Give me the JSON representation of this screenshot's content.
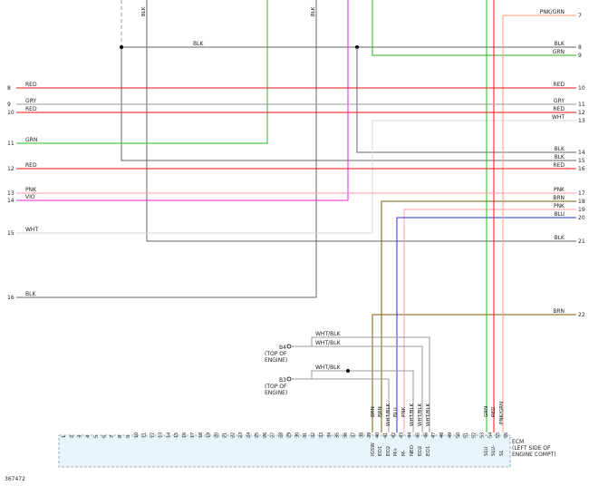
{
  "figure_id": "367472",
  "left_numbers": [
    "8",
    "9",
    "10",
    "11",
    "12",
    "13",
    "14",
    "15",
    "16"
  ],
  "left_labels": {
    "red8": "RED",
    "gry9": "GRY",
    "red10": "RED",
    "grn11": "GRN",
    "red12": "RED",
    "pnk13": "PNK",
    "vio14": "VIO",
    "wht15": "WHT",
    "blk16": "BLK"
  },
  "right_numbers": [
    "7",
    "8",
    "9",
    "10",
    "11",
    "12",
    "13",
    "14",
    "15",
    "16",
    "17",
    "18",
    "19",
    "20",
    "21",
    "22"
  ],
  "right_labels": {
    "pnkgrn7": "PNK/GRN",
    "blk8": "BLK",
    "grn9": "GRN",
    "red10": "RED",
    "gry11": "GRY",
    "red12": "RED",
    "wht13": "WHT",
    "blk14": "BLK",
    "blk15": "BLK",
    "red16": "RED",
    "pnk17": "PNK",
    "brn18": "BRN",
    "pnk19": "PNK",
    "blu20": "BLU",
    "blk21": "BLK",
    "brn22": "BRN"
  },
  "top": {
    "blk_label": "BLK",
    "vert_blk1": "BLK",
    "vert_blk2": "BLK"
  },
  "engine": {
    "b4": "B4",
    "b3": "B3",
    "top_of_engine": [
      "(TOP OF",
      "ENGINE)"
    ],
    "wht_blk": "WHT/BLK"
  },
  "ecm": {
    "title": [
      "ECM",
      "(LEFT SIDE OF",
      "ENGINE COMPT)"
    ],
    "pin_count": 56,
    "wire_colors": {
      "p39": "BRN",
      "p40": "BRN",
      "p42": "WHT/BLK",
      "p43": "BLU",
      "p44": "PNK",
      "p45": "WHT/BLK",
      "p46": "WHT/BLK",
      "p47": "WHT/BLK",
      "p53": "GRN",
      "p54": "RED",
      "p55": "PNK/GRN"
    },
    "signals": {
      "p39": "IGSW",
      "p40": "EO1",
      "p41": "EO2",
      "p43": "M+",
      "p44": "M-",
      "p45": "NEO",
      "p46": "EO2",
      "p47": "EO1",
      "p53": "SLU",
      "p54": "SLU-",
      "p55": "SL"
    }
  },
  "colors": {
    "red": "#ee1111",
    "gray": "#999999",
    "green": "#22bb22",
    "pink": "#ff99aa",
    "violet": "#ee22ee",
    "white_wire": "#d8d8d8",
    "black": "#666666",
    "brown": "#7a5800",
    "blue": "#2233ee",
    "pink_green": "#ff9977",
    "ecm_fill": "#e8f4fa"
  }
}
